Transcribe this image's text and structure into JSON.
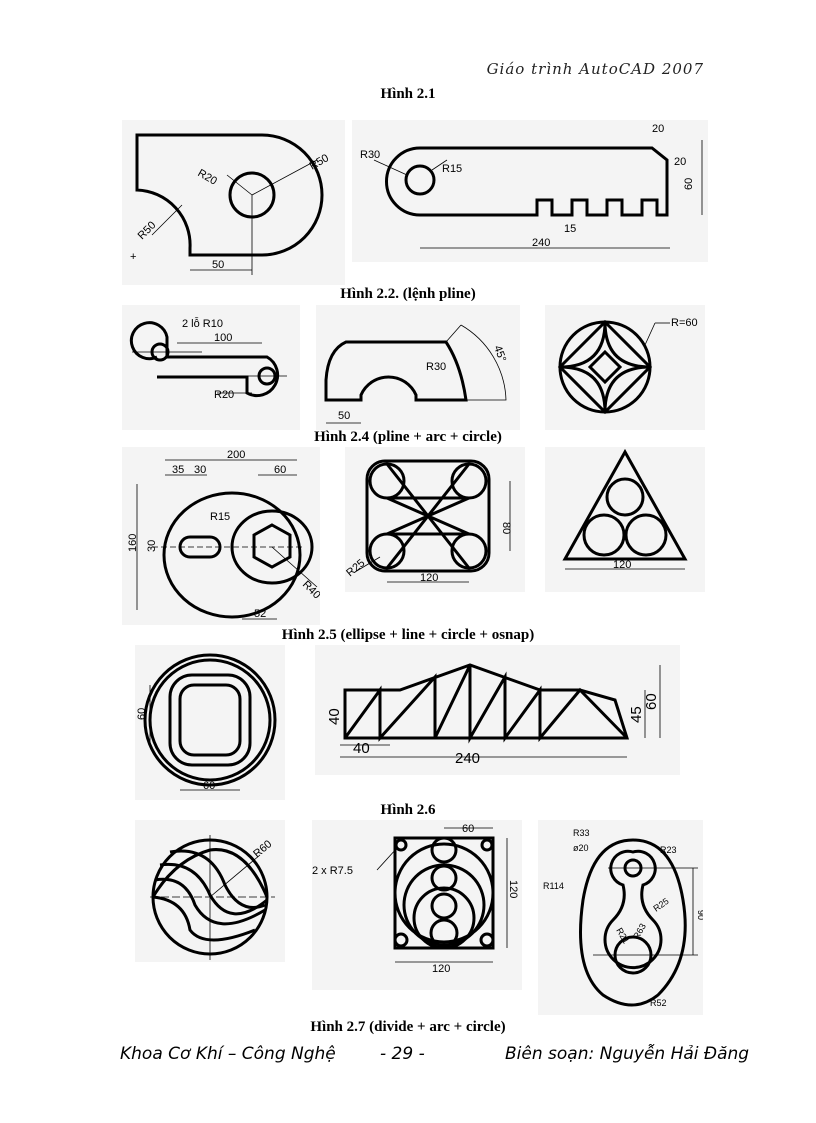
{
  "header": {
    "title": "Giáo trình AutoCAD 2007"
  },
  "captions": {
    "c21": "Hình 2.1",
    "c22": "Hình 2.2.  (lệnh pline)",
    "c24": "Hình 2.4 (pline + arc + circle)",
    "c25": "Hình 2.5 (ellipse + line + circle + osnap)",
    "c26": "Hình 2.6",
    "c27": "Hình 2.7 (divide + arc + circle)"
  },
  "fig1a": {
    "r20": "R20",
    "r50a": "R50",
    "r50b": "R50",
    "d50": "50"
  },
  "fig1b": {
    "r30": "R30",
    "r15": "R15",
    "d20a": "20",
    "d20b": "20",
    "d60": "60",
    "d240": "240",
    "d15": "15"
  },
  "fig2a": {
    "r10": "2 lỗ R10",
    "d100": "100",
    "r20": "R20"
  },
  "fig2b": {
    "r30": "R30",
    "a45": "45°",
    "d50": "50"
  },
  "fig2c": {
    "r60": "R=60"
  },
  "fig3a": {
    "d200": "200",
    "d35": "35",
    "d30a": "30",
    "d60": "60",
    "r15": "R15",
    "d160": "160",
    "d30b": "30",
    "r40": "R40",
    "d52": "52"
  },
  "fig3b": {
    "d80": "80",
    "r25": "R25",
    "d120": "120"
  },
  "fig3c": {
    "d120": "120"
  },
  "fig4a": {
    "d60a": "60",
    "d60b": "60"
  },
  "fig4b": {
    "d40a": "40",
    "d40b": "40",
    "d240": "240",
    "d45": "45",
    "d60": "60"
  },
  "fig5a": {
    "r60": "R60"
  },
  "fig5b": {
    "d60": "60",
    "r75": "2 x R7.5",
    "d120a": "120",
    "d120b": "120"
  },
  "fig5c": {
    "r33": "R33",
    "d20": "ø20",
    "r23": "R23",
    "r114": "R114",
    "r25": "R25",
    "r21": "R21",
    "r63": "R63",
    "d90": "90",
    "r52": "R52"
  },
  "footer": {
    "left": "Khoa Cơ Khí – Công Nghệ",
    "page": "- 29 -",
    "right": "Biên soạn: Nguyễn Hải Đăng"
  }
}
